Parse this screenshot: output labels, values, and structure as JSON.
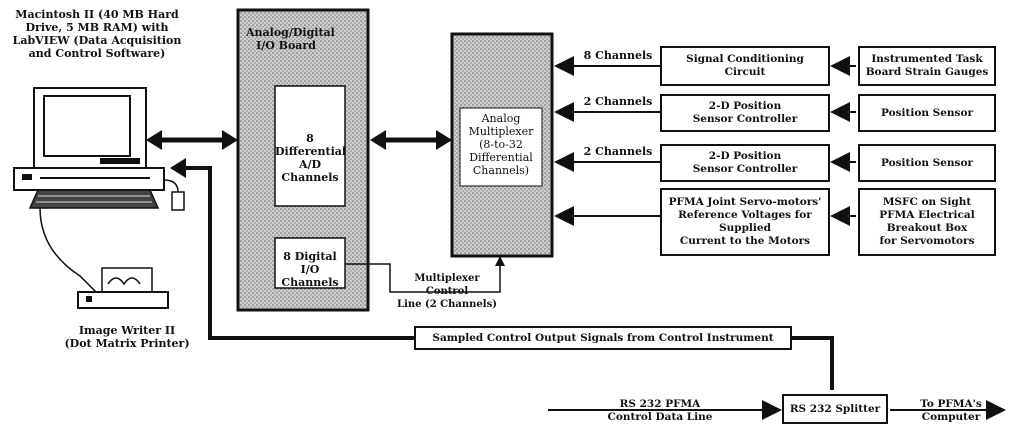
{
  "computer": {
    "caption": "Macintosh II (40 MB Hard\nDrive, 5 MB RAM) with\nLabVIEW (Data Acquisition\nand Control Software)"
  },
  "printer": {
    "caption": "Image Writer II\n(Dot Matrix Printer)"
  },
  "io_board": {
    "title": "Analog/Digital\nI/O Board",
    "ad_channels": "8 Differential\nA/D Channels",
    "digital_channels": "8 Digital I/O\nChannels"
  },
  "multiplexer": {
    "label": "Analog\nMultiplexer\n(8-to-32\nDifferential\nChannels)",
    "control_line": "Multiplexer Control\nLine (2 Channels)"
  },
  "conditioners": [
    {
      "label": "Signal Conditioning\nCircuit",
      "channels": "8 Channels"
    },
    {
      "label": "2-D Position\nSensor Controller",
      "channels": "2 Channels"
    },
    {
      "label": "2-D Position\nSensor Controller",
      "channels": "2 Channels"
    },
    {
      "label": "PFMA Joint Servo-motors'\nReference Voltages for\nSupplied\nCurrent to the Motors",
      "channels": ""
    }
  ],
  "sources": [
    {
      "label": "Instrumented Task\nBoard Strain Gauges"
    },
    {
      "label": "Position Sensor"
    },
    {
      "label": "Position Sensor"
    },
    {
      "label": "MSFC on Sight\nPFMA Electrical\nBreakout Box\nfor Servomotors"
    }
  ],
  "control_output": {
    "label": "Sampled Control Output  Signals  from Control Instrument"
  },
  "rs232": {
    "splitter": "RS 232 Splitter",
    "input": "RS 232 PFMA\nControl Data Line",
    "output": "To PFMA's\nComputer"
  }
}
